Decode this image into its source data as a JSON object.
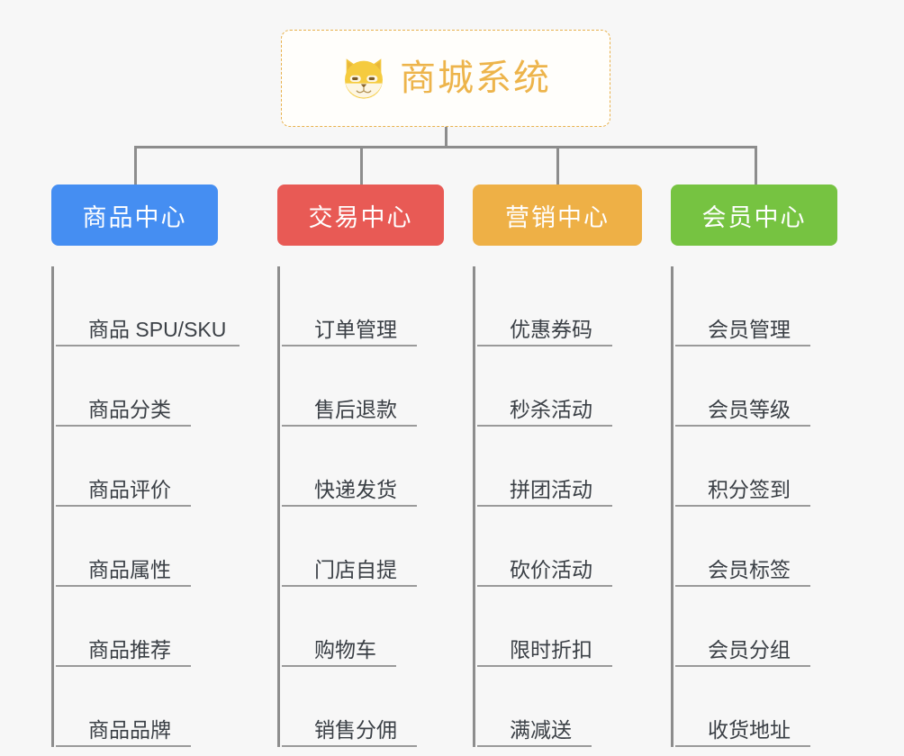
{
  "root": {
    "title": "商城系统",
    "icon": "shiba-dog-icon",
    "border_color": "#e8b14c",
    "text_color": "#edb44b",
    "background": "#fffefb"
  },
  "canvas": {
    "background": "#f7f7f7",
    "connector_color": "#8d8d8d",
    "leaf_line_color": "#9a9a9a",
    "leaf_text_color": "#3a3f45"
  },
  "branches": [
    {
      "label": "商品中心",
      "color": "#458ef2",
      "leaves": [
        {
          "label": "商品 SPU/SKU",
          "line_width": 204
        },
        {
          "label": "商品分类",
          "line_width": 150
        },
        {
          "label": "商品评价",
          "line_width": 150
        },
        {
          "label": "商品属性",
          "line_width": 150
        },
        {
          "label": "商品推荐",
          "line_width": 150
        },
        {
          "label": "商品品牌",
          "line_width": 150
        }
      ]
    },
    {
      "label": "交易中心",
      "color": "#e85a55",
      "leaves": [
        {
          "label": "订单管理",
          "line_width": 150
        },
        {
          "label": "售后退款",
          "line_width": 150
        },
        {
          "label": "快递发货",
          "line_width": 150
        },
        {
          "label": "门店自提",
          "line_width": 150
        },
        {
          "label": "购物车",
          "line_width": 127
        },
        {
          "label": "销售分佣",
          "line_width": 150
        }
      ]
    },
    {
      "label": "营销中心",
      "color": "#eeb046",
      "leaves": [
        {
          "label": "优惠券码",
          "line_width": 150
        },
        {
          "label": "秒杀活动",
          "line_width": 150
        },
        {
          "label": "拼团活动",
          "line_width": 150
        },
        {
          "label": "砍价活动",
          "line_width": 150
        },
        {
          "label": "限时折扣",
          "line_width": 150
        },
        {
          "label": "满减送",
          "line_width": 127
        }
      ]
    },
    {
      "label": "会员中心",
      "color": "#76c341",
      "leaves": [
        {
          "label": "会员管理",
          "line_width": 150
        },
        {
          "label": "会员等级",
          "line_width": 150
        },
        {
          "label": "积分签到",
          "line_width": 150
        },
        {
          "label": "会员标签",
          "line_width": 150
        },
        {
          "label": "会员分组",
          "line_width": 150
        },
        {
          "label": "收货地址",
          "line_width": 150
        }
      ]
    }
  ]
}
